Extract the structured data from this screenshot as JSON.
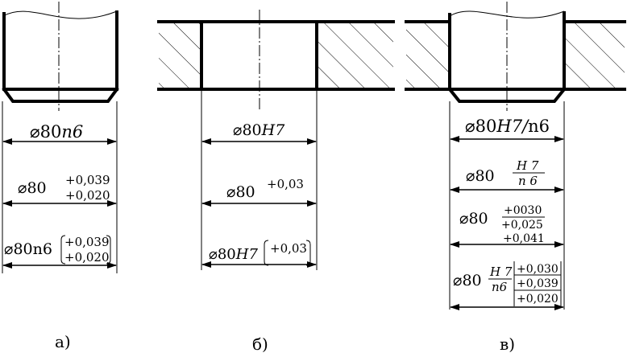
{
  "a": {
    "dim1": {
      "base": "80",
      "code": "n6"
    },
    "dim2": {
      "base": "80",
      "upper": "+0,039",
      "lower": "+0,020"
    },
    "dim3": {
      "base": "80n6",
      "upper": "+0,039",
      "lower": "+0,020"
    },
    "label": "а)"
  },
  "b": {
    "dim1": {
      "base": "80",
      "code": "H7"
    },
    "dim2": {
      "base": "80",
      "upper": "+0,03"
    },
    "dim3": {
      "base": "80",
      "code": "H7",
      "dev": "+0,03"
    },
    "label": "б)"
  },
  "c": {
    "dim1": {
      "base": "80",
      "code": "H7/",
      "code2": "n6"
    },
    "dim2": {
      "base": "80",
      "num": "H 7",
      "den": "n 6"
    },
    "dim3": {
      "base": "80",
      "top": "+0030",
      "mid": "+0,025",
      "bot": "+0,041"
    },
    "dim4": {
      "base": "80",
      "num": "H 7",
      "den": "n6",
      "d1": "+0,030",
      "d2": "+0,039",
      "d3": "+0,020"
    },
    "label": "в)"
  },
  "symbols": {
    "diameter": "⌀"
  }
}
